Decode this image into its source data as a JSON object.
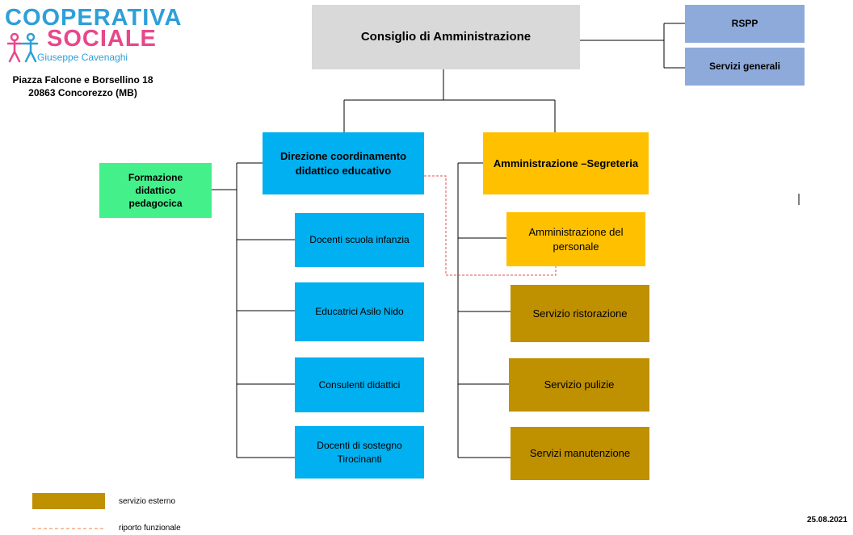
{
  "header": {
    "logo": {
      "line1": "COOPERATIVA",
      "line2": "SOCIALE",
      "line3": "Giuseppe Cavenaghi"
    },
    "address_line1": "Piazza Falcone e Borsellino 18",
    "address_line2": "20863 Concorezzo (MB)"
  },
  "nodes": {
    "board": "Consiglio di Amministrazione",
    "rspp": "RSPP",
    "general": "Servizi generali",
    "direction_line1": "Direzione coordinamento",
    "direction_line2": "didattico educativo",
    "admin": "Amministrazione –Segreteria",
    "training_line1": "Formazione",
    "training_line2": "didattico",
    "training_line3": "pedagocica",
    "infancy": "Docenti scuola infanzia",
    "nursery": "Educatrici Asilo Nido",
    "consultants": "Consulenti didattici",
    "support_line1": "Docenti di sostegno",
    "support_line2": "Tirocinanti",
    "personnel_line1": "Amministrazione del",
    "personnel_line2": "personale",
    "catering": "Servizio ristorazione",
    "cleaning": "Servizio pulizie",
    "maintenance": "Servizi manutenzione"
  },
  "legend": {
    "external": "servizio esterno",
    "functional": "riporto funzionale"
  },
  "date": "25.08.2021",
  "colors": {
    "board": "#d9d9d9",
    "staff": "#8eaadb",
    "didactic": "#00b0f0",
    "training": "#43f08a",
    "admin": "#ffc000",
    "external": "#bf9000",
    "functional_line": "#e05050"
  }
}
